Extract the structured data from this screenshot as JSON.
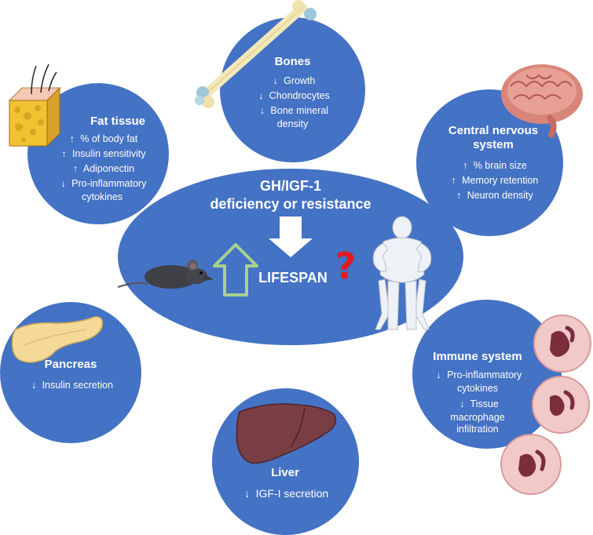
{
  "center": {
    "title_line1": "GH/IGF-1",
    "title_line2": "deficiency or resistance",
    "lifespan_label": "LIFESPAN",
    "question_mark": "?"
  },
  "colors": {
    "circle_fill": "#4472c4",
    "text": "#ffffff",
    "question_mark": "#e01b24"
  },
  "icons": [
    "bone-icon",
    "fat-tissue-cube-icon",
    "brain-icon",
    "mouse-icon",
    "up-arrow-icon",
    "down-arrow-icon",
    "human-figure-icon",
    "pancreas-icon",
    "liver-icon",
    "neutrophil-cell-icon"
  ],
  "bones": {
    "title": "Bones",
    "items": [
      {
        "arrow": "↓",
        "text": "Growth"
      },
      {
        "arrow": "↓",
        "text": "Chondrocytes"
      },
      {
        "arrow": "↓",
        "text": "Bone mineral"
      }
    ],
    "item3_cont": "density"
  },
  "fat": {
    "title": "Fat tissue",
    "items": [
      {
        "arrow": "↑",
        "text": "% of body fat"
      },
      {
        "arrow": "↑",
        "text": "Insulin sensitivity"
      },
      {
        "arrow": "↑",
        "text": "Adiponectin"
      },
      {
        "arrow": "↓",
        "text": "Pro-inflammatory"
      }
    ],
    "item4_cont": "cytokines"
  },
  "cns": {
    "title_line1": "Central nervous",
    "title_line2": "system",
    "items": [
      {
        "arrow": "↑",
        "text": "% brain size"
      },
      {
        "arrow": "↑",
        "text": "Memory retention"
      },
      {
        "arrow": "↑",
        "text": "Neuron density"
      }
    ]
  },
  "pancreas": {
    "title": "Pancreas",
    "items": [
      {
        "arrow": "↓",
        "text": "Insulin secretion"
      }
    ]
  },
  "immune": {
    "title": "Immune system",
    "items": [
      {
        "arrow": "↓",
        "text": "Pro-inflammatory"
      },
      {
        "arrow": "↓",
        "text": "Tissue"
      }
    ],
    "item1_cont": "cytokines",
    "item2_cont1": "macrophage",
    "item2_cont2": "infiltration"
  },
  "liver": {
    "title": "Liver",
    "items": [
      {
        "arrow": "↓",
        "text": "IGF-I secretion"
      }
    ]
  }
}
